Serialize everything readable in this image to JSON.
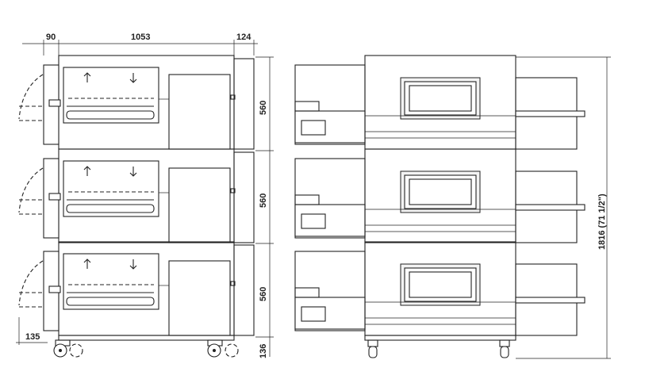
{
  "dimensions": {
    "left_door": "90",
    "body_width": "1053",
    "right_extension": "124",
    "deck_height_1": "560",
    "deck_height_2": "560",
    "deck_height_3": "560",
    "door_swing": "135",
    "base_height": "136",
    "total_height": "1816 (71 1/2\")"
  }
}
